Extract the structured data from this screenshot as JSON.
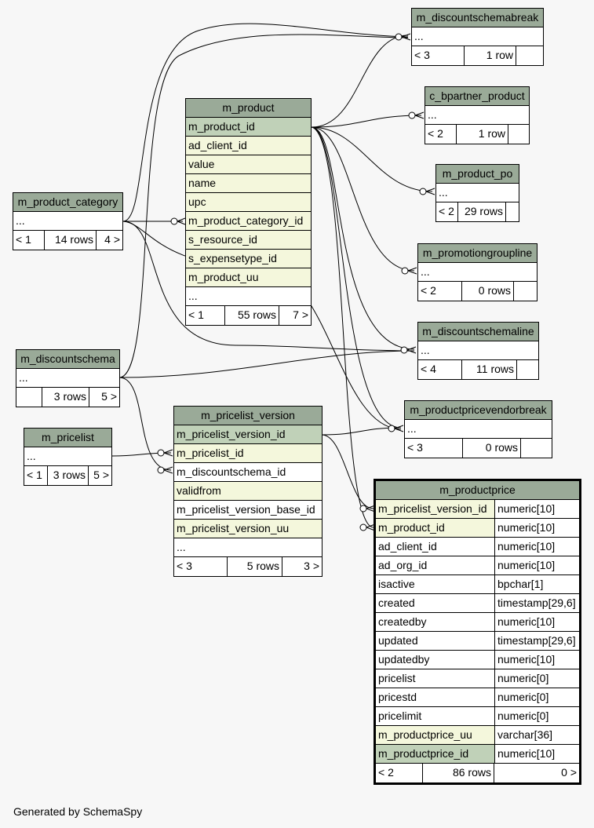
{
  "tables": {
    "m_discountschemabreak": {
      "name": "m_discountschemabreak",
      "more": "...",
      "foot": [
        "< 3",
        "1 row",
        ""
      ]
    },
    "c_bpartner_product": {
      "name": "c_bpartner_product",
      "more": "...",
      "foot": [
        "< 2",
        "1 row",
        ""
      ]
    },
    "m_product_po": {
      "name": "m_product_po",
      "more": "...",
      "foot": [
        "< 2",
        "29 rows",
        ""
      ]
    },
    "m_promotiongroupline": {
      "name": "m_promotiongroupline",
      "more": "...",
      "foot": [
        "< 2",
        "0 rows",
        ""
      ]
    },
    "m_discountschemaline": {
      "name": "m_discountschemaline",
      "more": "...",
      "foot": [
        "< 4",
        "11 rows",
        ""
      ]
    },
    "m_productpricevendorbreak": {
      "name": "m_productpricevendorbreak",
      "more": "...",
      "foot": [
        "< 3",
        "0 rows",
        ""
      ]
    },
    "m_product_category": {
      "name": "m_product_category",
      "more": "...",
      "foot": [
        "< 1",
        "14 rows",
        "4 >"
      ]
    },
    "m_discountschema": {
      "name": "m_discountschema",
      "more": "...",
      "foot": [
        "",
        "3 rows",
        "5 >"
      ]
    },
    "m_pricelist": {
      "name": "m_pricelist",
      "more": "...",
      "foot": [
        "< 1",
        "3 rows",
        "5 >"
      ]
    },
    "m_product": {
      "name": "m_product",
      "columns": [
        "m_product_id",
        "ad_client_id",
        "value",
        "name",
        "upc",
        "m_product_category_id",
        "s_resource_id",
        "s_expensetype_id",
        "m_product_uu"
      ],
      "more": "...",
      "foot": [
        "< 1",
        "55 rows",
        "7 >"
      ]
    },
    "m_pricelist_version": {
      "name": "m_pricelist_version",
      "columns": [
        "m_pricelist_version_id",
        "m_pricelist_id",
        "m_discountschema_id",
        "validfrom",
        "m_pricelist_version_base_id",
        "m_pricelist_version_uu"
      ],
      "more": "...",
      "foot": [
        "< 3",
        "5 rows",
        "3 >"
      ]
    },
    "m_productprice": {
      "name": "m_productprice",
      "columns": [
        {
          "name": "m_pricelist_version_id",
          "type": "numeric[10]"
        },
        {
          "name": "m_product_id",
          "type": "numeric[10]"
        },
        {
          "name": "ad_client_id",
          "type": "numeric[10]"
        },
        {
          "name": "ad_org_id",
          "type": "numeric[10]"
        },
        {
          "name": "isactive",
          "type": "bpchar[1]"
        },
        {
          "name": "created",
          "type": "timestamp[29,6]"
        },
        {
          "name": "createdby",
          "type": "numeric[10]"
        },
        {
          "name": "updated",
          "type": "timestamp[29,6]"
        },
        {
          "name": "updatedby",
          "type": "numeric[10]"
        },
        {
          "name": "pricelist",
          "type": "numeric[0]"
        },
        {
          "name": "pricestd",
          "type": "numeric[0]"
        },
        {
          "name": "pricelimit",
          "type": "numeric[0]"
        },
        {
          "name": "m_productprice_uu",
          "type": "varchar[36]"
        },
        {
          "name": "m_productprice_id",
          "type": "numeric[10]"
        }
      ],
      "foot": [
        "< 2",
        "86 rows",
        "0 >"
      ]
    }
  },
  "footer": "Generated by SchemaSpy"
}
